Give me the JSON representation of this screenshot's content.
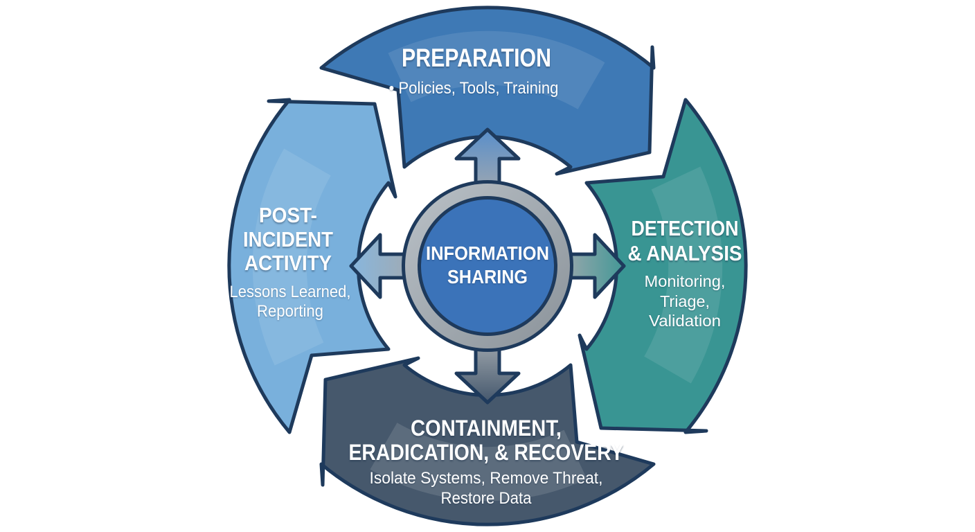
{
  "diagram": {
    "type": "cycle-diagram",
    "outline_color": "#1e3a5c",
    "ring_color": "#9aa1a8",
    "center": {
      "label_lines": [
        "INFORMATION",
        "SHARING"
      ],
      "fill_color": "#3b73b9",
      "icons": [
        "up-arrow-icon",
        "right-arrow-icon",
        "down-arrow-icon",
        "left-arrow-icon"
      ]
    },
    "segments": [
      {
        "id": "preparation",
        "position": "top",
        "color": "#3e79b5",
        "title_lines": [
          "PREPARATION"
        ],
        "subtitle_lines": [
          "• Policies, Tools, Training"
        ]
      },
      {
        "id": "detection-analysis",
        "position": "right",
        "color": "#399593",
        "title_lines": [
          "DETECTION",
          "& ANALYSIS"
        ],
        "subtitle_lines": [
          "Monitoring,",
          "Triage,",
          "Validation"
        ]
      },
      {
        "id": "containment-eradication-recovery",
        "position": "bottom",
        "color": "#46586c",
        "title_lines": [
          "CONTAINMENT,",
          "ERADICATION, & RECOVERY"
        ],
        "subtitle_lines": [
          "Isolate Systems, Remove Threat,",
          "Restore Data"
        ]
      },
      {
        "id": "post-incident-activity",
        "position": "left",
        "color": "#79b0dc",
        "title_lines": [
          "POST-",
          "INCIDENT",
          "ACTIVITY"
        ],
        "subtitle_lines": [
          "Lessons Learned,",
          "Reporting"
        ]
      }
    ]
  }
}
